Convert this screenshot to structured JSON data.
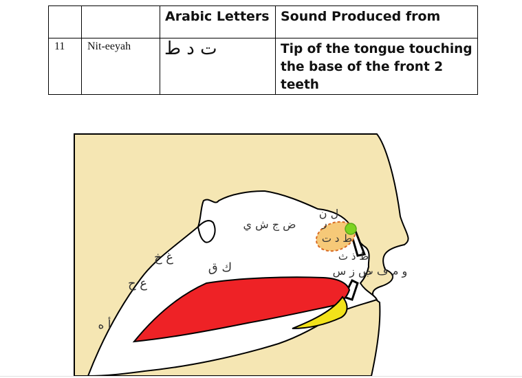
{
  "table": {
    "headers": [
      "",
      "",
      "Arabic Letters",
      "Sound Produced from"
    ],
    "row": {
      "number": "11",
      "name": "Nit-eeyah",
      "letters": "ت د ط",
      "description": "Tip of the tongue touching the base of the front 2 teeth"
    }
  },
  "diagram": {
    "labels": {
      "hamza_ha": "أ ه",
      "ayn_haa": "ع ح",
      "ghayn_khaa": "غ خ",
      "qaf_kaf": "ك ق",
      "dad_jeem_sheen_yaa": "ض ج ش ي",
      "lam_noon": "ل ن",
      "raa": "ر",
      "taa_dal_taa": "ط د ت",
      "zaa_thal_thaa": "ظ ذ ث",
      "sad_zay_seen": "ص ز س",
      "waw_meem_faa_baa": "و م ف ب"
    },
    "colors": {
      "skin": "#f5e6b3",
      "tongue": "#ee2226",
      "under_tongue": "#f2e21a",
      "highlight_fill": "#f6c978",
      "highlight_border": "#d96a22",
      "marker": "#7ed321"
    }
  }
}
